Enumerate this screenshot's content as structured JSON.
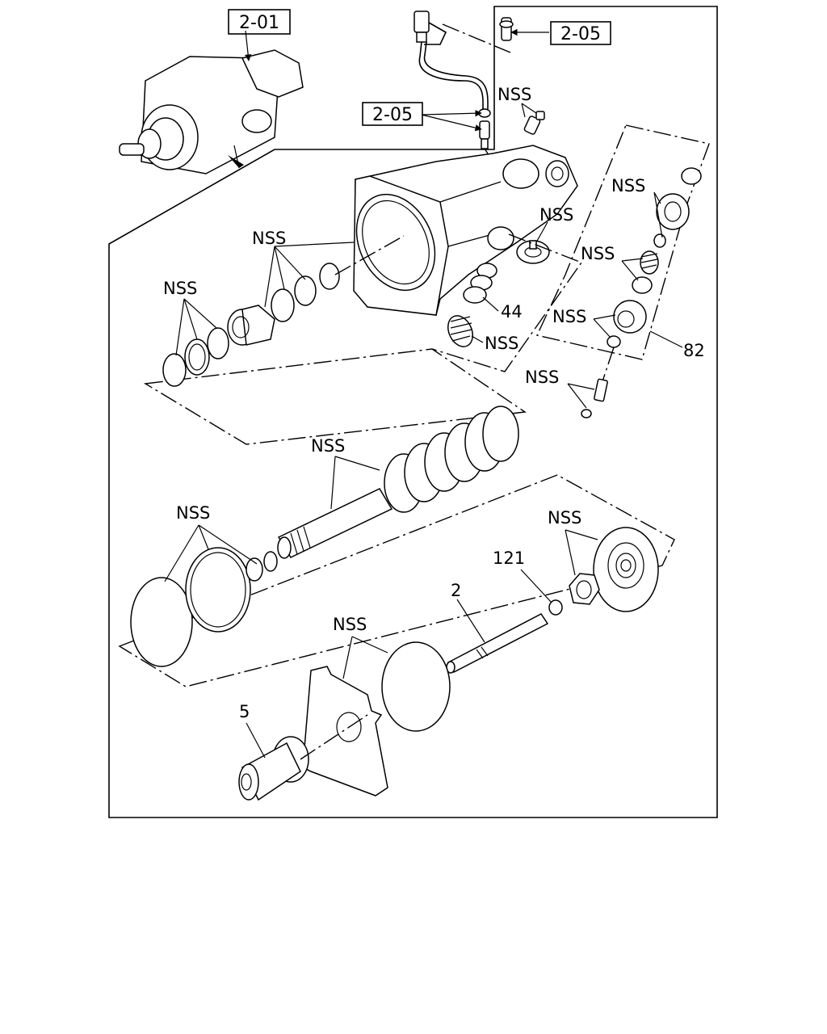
{
  "callouts": {
    "ref_2_01": "2-01",
    "ref_2_05_top": "2-05",
    "ref_2_05_mid": "2-05",
    "nss": "NSS",
    "p44": "44",
    "p82": "82",
    "p121": "121",
    "p2": "2",
    "p5": "5"
  }
}
